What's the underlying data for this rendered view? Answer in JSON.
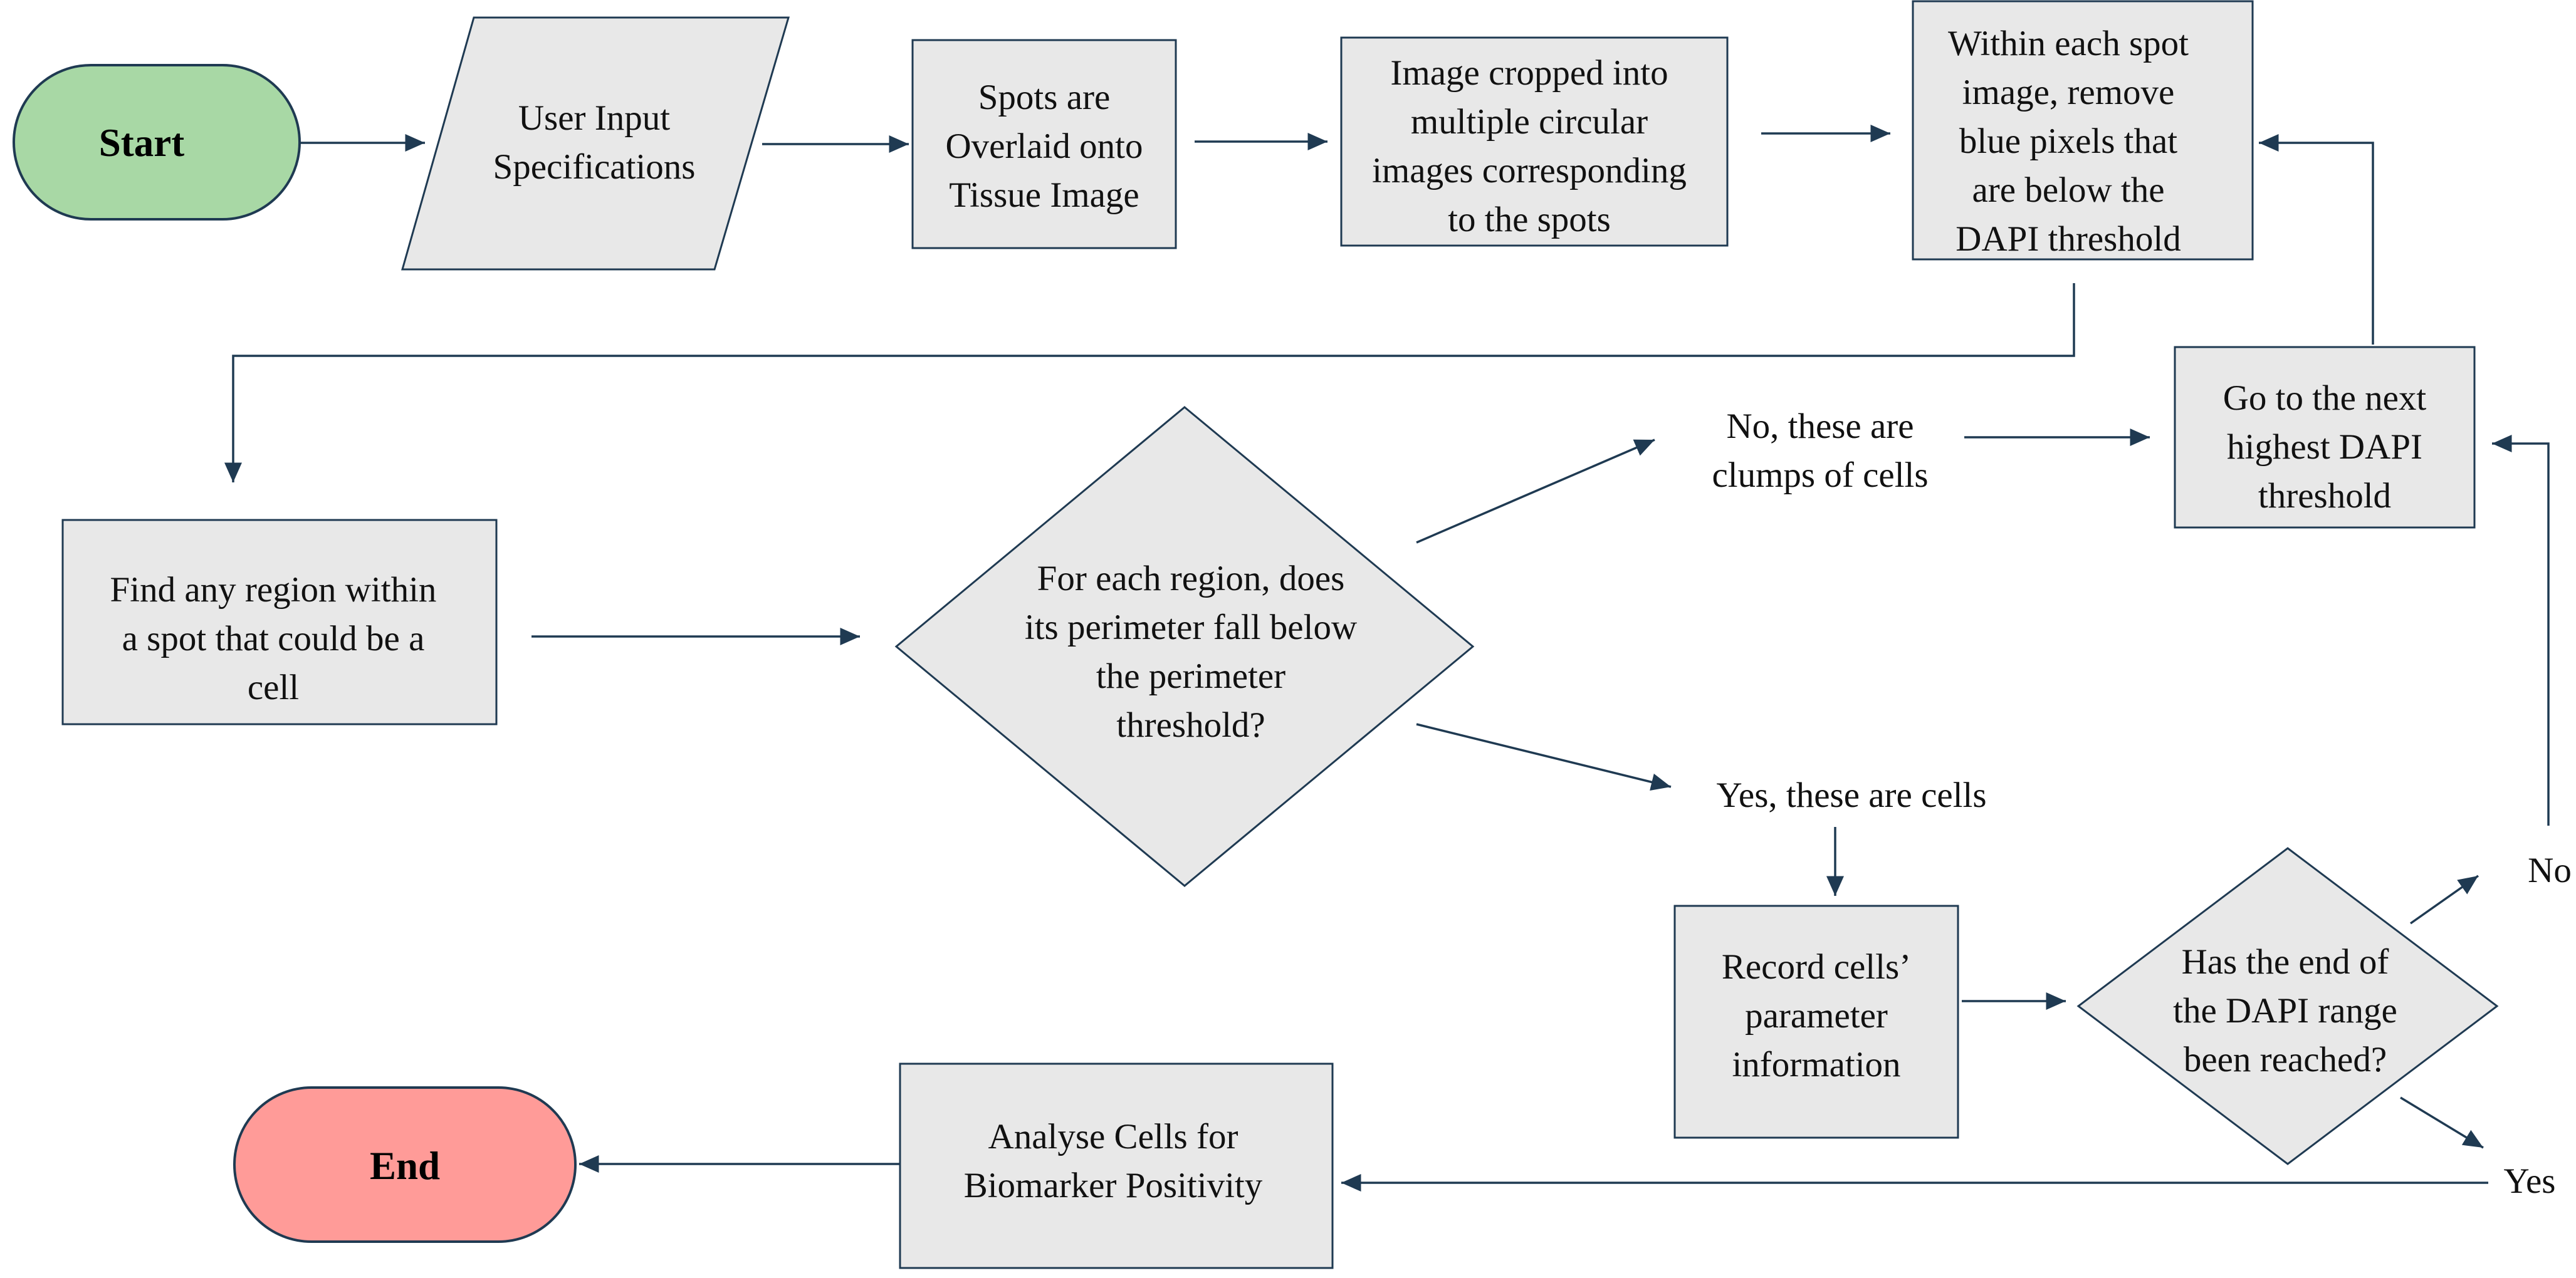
{
  "colors": {
    "box_fill": "#E8E8E8",
    "box_stroke": "#1F3A52",
    "start_fill": "#A8D8A5",
    "end_fill": "#FF9B98",
    "arrow": "#1F3A52",
    "text": "#111111"
  },
  "nodes": {
    "start": {
      "lines": [
        "Start"
      ]
    },
    "user_input": {
      "lines": [
        "User Input",
        "Specifications"
      ]
    },
    "spots_overlaid": {
      "lines": [
        "Spots are",
        "Overlaid onto",
        "Tissue Image"
      ]
    },
    "image_cropped": {
      "lines": [
        "Image cropped into",
        "multiple circular",
        "images corresponding",
        "to the spots"
      ]
    },
    "remove_blue": {
      "lines": [
        "Within each spot",
        "image, remove",
        "blue pixels that",
        "are below the",
        "DAPI threshold"
      ]
    },
    "next_dapi": {
      "lines": [
        "Go to the next",
        "highest DAPI",
        "threshold"
      ]
    },
    "find_region": {
      "lines": [
        "Find any region within",
        "a spot that could be a",
        "cell"
      ]
    },
    "perimeter_decision": {
      "lines": [
        "For each region, does",
        "its perimeter fall below",
        "the perimeter",
        "threshold?"
      ]
    },
    "record_cells": {
      "lines": [
        "Record cells’",
        "parameter",
        "information"
      ]
    },
    "dapi_range_decision": {
      "lines": [
        "Has the end of",
        "the DAPI range",
        "been reached?"
      ]
    },
    "analyse_cells": {
      "lines": [
        "Analyse Cells for",
        "Biomarker Positivity"
      ]
    },
    "end": {
      "lines": [
        "End"
      ]
    }
  },
  "labels": {
    "clumps": {
      "lines": [
        "No, these are",
        "clumps of cells"
      ]
    },
    "cells": {
      "lines": [
        "Yes, these are cells"
      ]
    },
    "no": {
      "lines": [
        "No"
      ]
    },
    "yes": {
      "lines": [
        "Yes"
      ]
    }
  }
}
